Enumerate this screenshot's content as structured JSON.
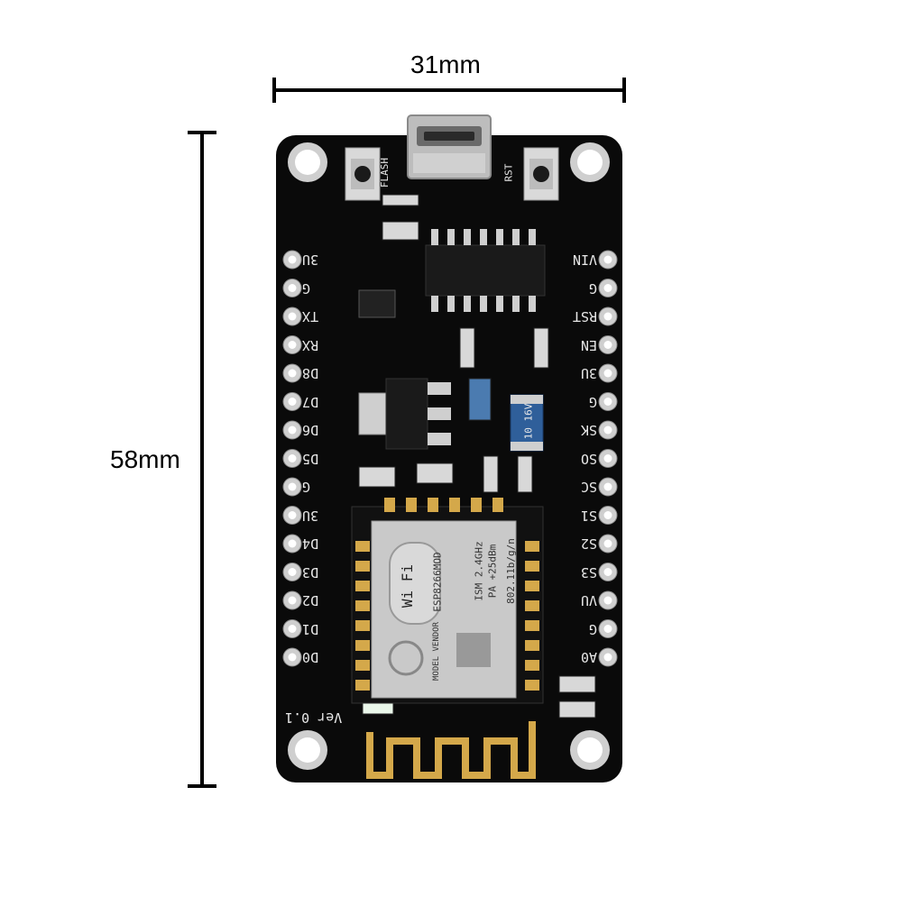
{
  "dimensions": {
    "width_label": "31mm",
    "height_label": "58mm"
  },
  "board": {
    "buttons": {
      "flash_label": "FLASH",
      "reset_label": "RST"
    },
    "left_pins": [
      "3U",
      "G",
      "TX",
      "RX",
      "D8",
      "D7",
      "D6",
      "D5",
      "G",
      "3U",
      "D4",
      "D3",
      "D2",
      "D1",
      "D0"
    ],
    "right_pins": [
      "VIN",
      "G",
      "RST",
      "EN",
      "3U",
      "G",
      "SK",
      "SO",
      "SC",
      "S1",
      "S2",
      "S3",
      "VU",
      "G",
      "A0"
    ],
    "version_label": "Ver 0.1",
    "module_text": {
      "wifi_brand": "Wi Fi",
      "model": "ESP8266MOD",
      "vendor": "MODEL VENDOR",
      "spec_ism": "ISM 2.4GHz",
      "spec_pa": "PA +25dBm",
      "spec_std": "802.11b/g/n"
    },
    "capacitor_text": "10 16V",
    "colors": {
      "pcb": "#0a0a0a",
      "silkscreen": "#e8e8e8",
      "gold": "#d4a84a",
      "shield": "#c9c9c9"
    }
  }
}
